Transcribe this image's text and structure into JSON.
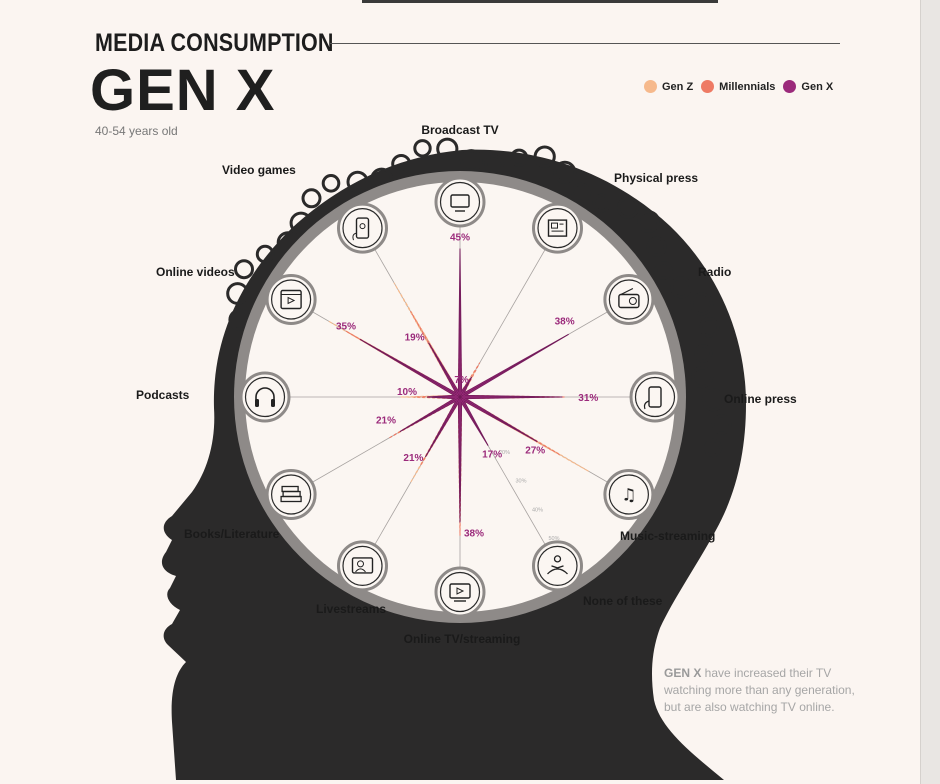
{
  "header": {
    "subtitle": "MEDIA CONSUMPTION",
    "title": "GEN X",
    "age_range": "40-54 years old"
  },
  "legend": [
    {
      "name": "Gen Z",
      "color": "#f6b98c"
    },
    {
      "name": "Millennials",
      "color": "#ee7a64"
    },
    {
      "name": "Gen X",
      "color": "#9b2a7b"
    }
  ],
  "note": {
    "highlight": "GEN X",
    "text": " have increased their TV watching more than any generation, but are also watching TV online."
  },
  "chart_data": {
    "type": "radar",
    "categories": [
      "Broadcast TV",
      "Physical press",
      "Radio",
      "Online press",
      "Music-streaming",
      "None of these",
      "Online TV/streaming",
      "Livestreams",
      "Books/Literature",
      "Podcasts",
      "Online videos",
      "Video games"
    ],
    "icons": [
      "tv-icon",
      "newspaper-icon",
      "radio-icon",
      "phone-icon",
      "music-notes-icon",
      "meditation-icon",
      "streaming-screen-icon",
      "livestream-icon",
      "books-icon",
      "headphones-icon",
      "video-player-icon",
      "game-phone-icon"
    ],
    "series": [
      {
        "name": "Gen X",
        "values": [
          45,
          7,
          38,
          31,
          27,
          17,
          38,
          21,
          21,
          10,
          35,
          19
        ],
        "color": "#9b2a7b"
      },
      {
        "name": "Millennials",
        "values": [
          33,
          12,
          25,
          32,
          35,
          8,
          42,
          24,
          25,
          14,
          40,
          30
        ],
        "color": "#ee7a64"
      },
      {
        "name": "Gen Z",
        "values": [
          28,
          9,
          20,
          26,
          45,
          6,
          40,
          30,
          22,
          18,
          46,
          40
        ],
        "color": "#f6b98c"
      }
    ],
    "value_labels": [
      "45%",
      "7%",
      "38%",
      "31%",
      "27%",
      "17%",
      "38%",
      "21%",
      "21%",
      "10%",
      "35%",
      "19%"
    ],
    "tick_labels": [
      "20%",
      "30%",
      "40%",
      "50%"
    ],
    "ylim": [
      0,
      50
    ]
  }
}
